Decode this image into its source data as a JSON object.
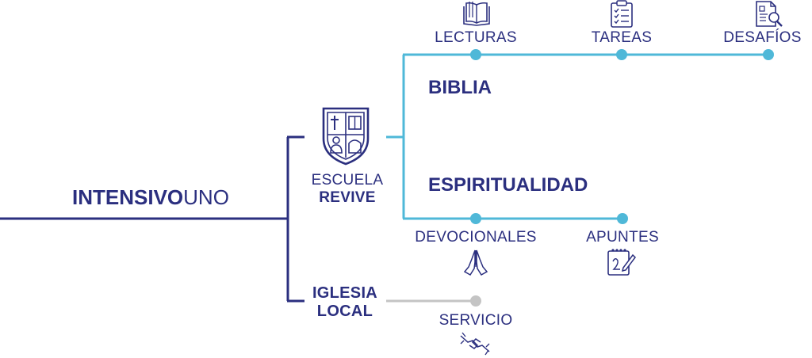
{
  "colors": {
    "navy": "#2b2f7f",
    "light_blue": "#4fb8d8",
    "gray": "#c4c4c4"
  },
  "root": {
    "label_bold": "INTENSIVO",
    "label_light": "UNO"
  },
  "escuela": {
    "line1": "ESCUELA",
    "line2": "REVIVE",
    "logo": "shield-crest-icon"
  },
  "iglesia": {
    "line1": "IGLESIA",
    "line2": "LOCAL"
  },
  "biblia": {
    "heading": "BIBLIA",
    "nodes": [
      {
        "label": "LECTURAS",
        "icon": "open-book-icon"
      },
      {
        "label": "TAREAS",
        "icon": "checklist-clipboard-icon"
      },
      {
        "label": "DESAFÍOS",
        "icon": "document-search-icon"
      }
    ]
  },
  "espiritualidad": {
    "heading": "ESPIRITUALIDAD",
    "nodes": [
      {
        "label": "DEVOCIONALES",
        "icon": "praying-hands-icon"
      },
      {
        "label": "APUNTES",
        "icon": "notepad-pencil-icon"
      }
    ]
  },
  "local": {
    "nodes": [
      {
        "label": "SERVICIO",
        "icon": "helping-hands-icon"
      }
    ]
  }
}
